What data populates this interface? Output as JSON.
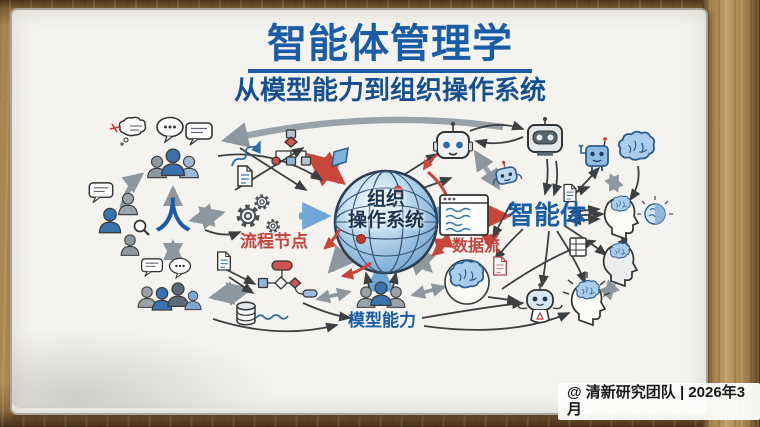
{
  "board": {
    "title": "智能体管理学",
    "subtitle": "从模型能力到组织操作系统",
    "watermark": "@ 清新研究团队 | 2026年3月"
  },
  "diagram": {
    "center_label": {
      "line1": "组织",
      "line2": "操作系统"
    },
    "people_label": "人",
    "agent_label": "智能体",
    "process_nodes_label": "流程节点",
    "data_flow_label": "数据流",
    "model_capability_label": "模型能力"
  },
  "colors": {
    "heading_blue": "#1a5ca6",
    "accent_red": "#c4443c",
    "globe_blue": "#9cc3e5",
    "navy_text": "#1c3550",
    "arrow_gray": "#8e979e",
    "wood_brown": "#a8854f",
    "board_white": "#f5f3ef"
  },
  "icons": {
    "globe-icon": "organization operating system sphere",
    "people-group-icon": "group of team members",
    "robot-head-icon": "AI agent robot head",
    "robot-visor-icon": "robot head with visor",
    "small-robot-icon": "small assistant robot",
    "blue-robot-icon": "square blue robot",
    "brain-icon": "brain",
    "head-brain-icon": "human head with brain",
    "lightbulb-brain-icon": "half brain idea bulb",
    "gear-icon": "process gear",
    "flowchart-icon": "decision flowchart",
    "database-icon": "database cylinder",
    "document-icon": "document sheet",
    "table-icon": "data table sheet",
    "browser-window-icon": "data stream window",
    "speech-bubble-icon": "speech bubble",
    "thought-cloud-icon": "thought cloud",
    "magnifier-icon": "magnifying glass"
  }
}
